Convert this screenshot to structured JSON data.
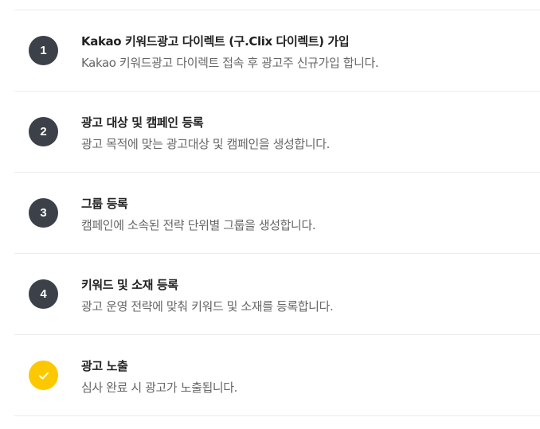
{
  "steps": [
    {
      "number": "1",
      "title": "Kakao 키워드광고 다이렉트 (구.Clix 다이렉트) 가입",
      "description": "Kakao 키워드광고 다이렉트 접속 후 광고주 신규가입 합니다."
    },
    {
      "number": "2",
      "title": "광고 대상 및 캠페인 등록",
      "description": "광고 목적에 맞는 광고대상 및 캠페인을 생성합니다."
    },
    {
      "number": "3",
      "title": "그룹 등록",
      "description": "캠페인에 소속된 전략 단위별 그룹을 생성합니다."
    },
    {
      "number": "4",
      "title": "키워드 및 소재 등록",
      "description": "광고 운영 전략에 맞춰 키워드 및 소재를 등록합니다."
    },
    {
      "icon": "check-icon",
      "title": "광고 노출",
      "description": "심사 완료 시 광고가 노출됩니다."
    }
  ],
  "colors": {
    "badge": "#3b4049",
    "badge_done": "#fcc800",
    "title": "#222222",
    "description": "#666666",
    "divider": "#ececec"
  }
}
